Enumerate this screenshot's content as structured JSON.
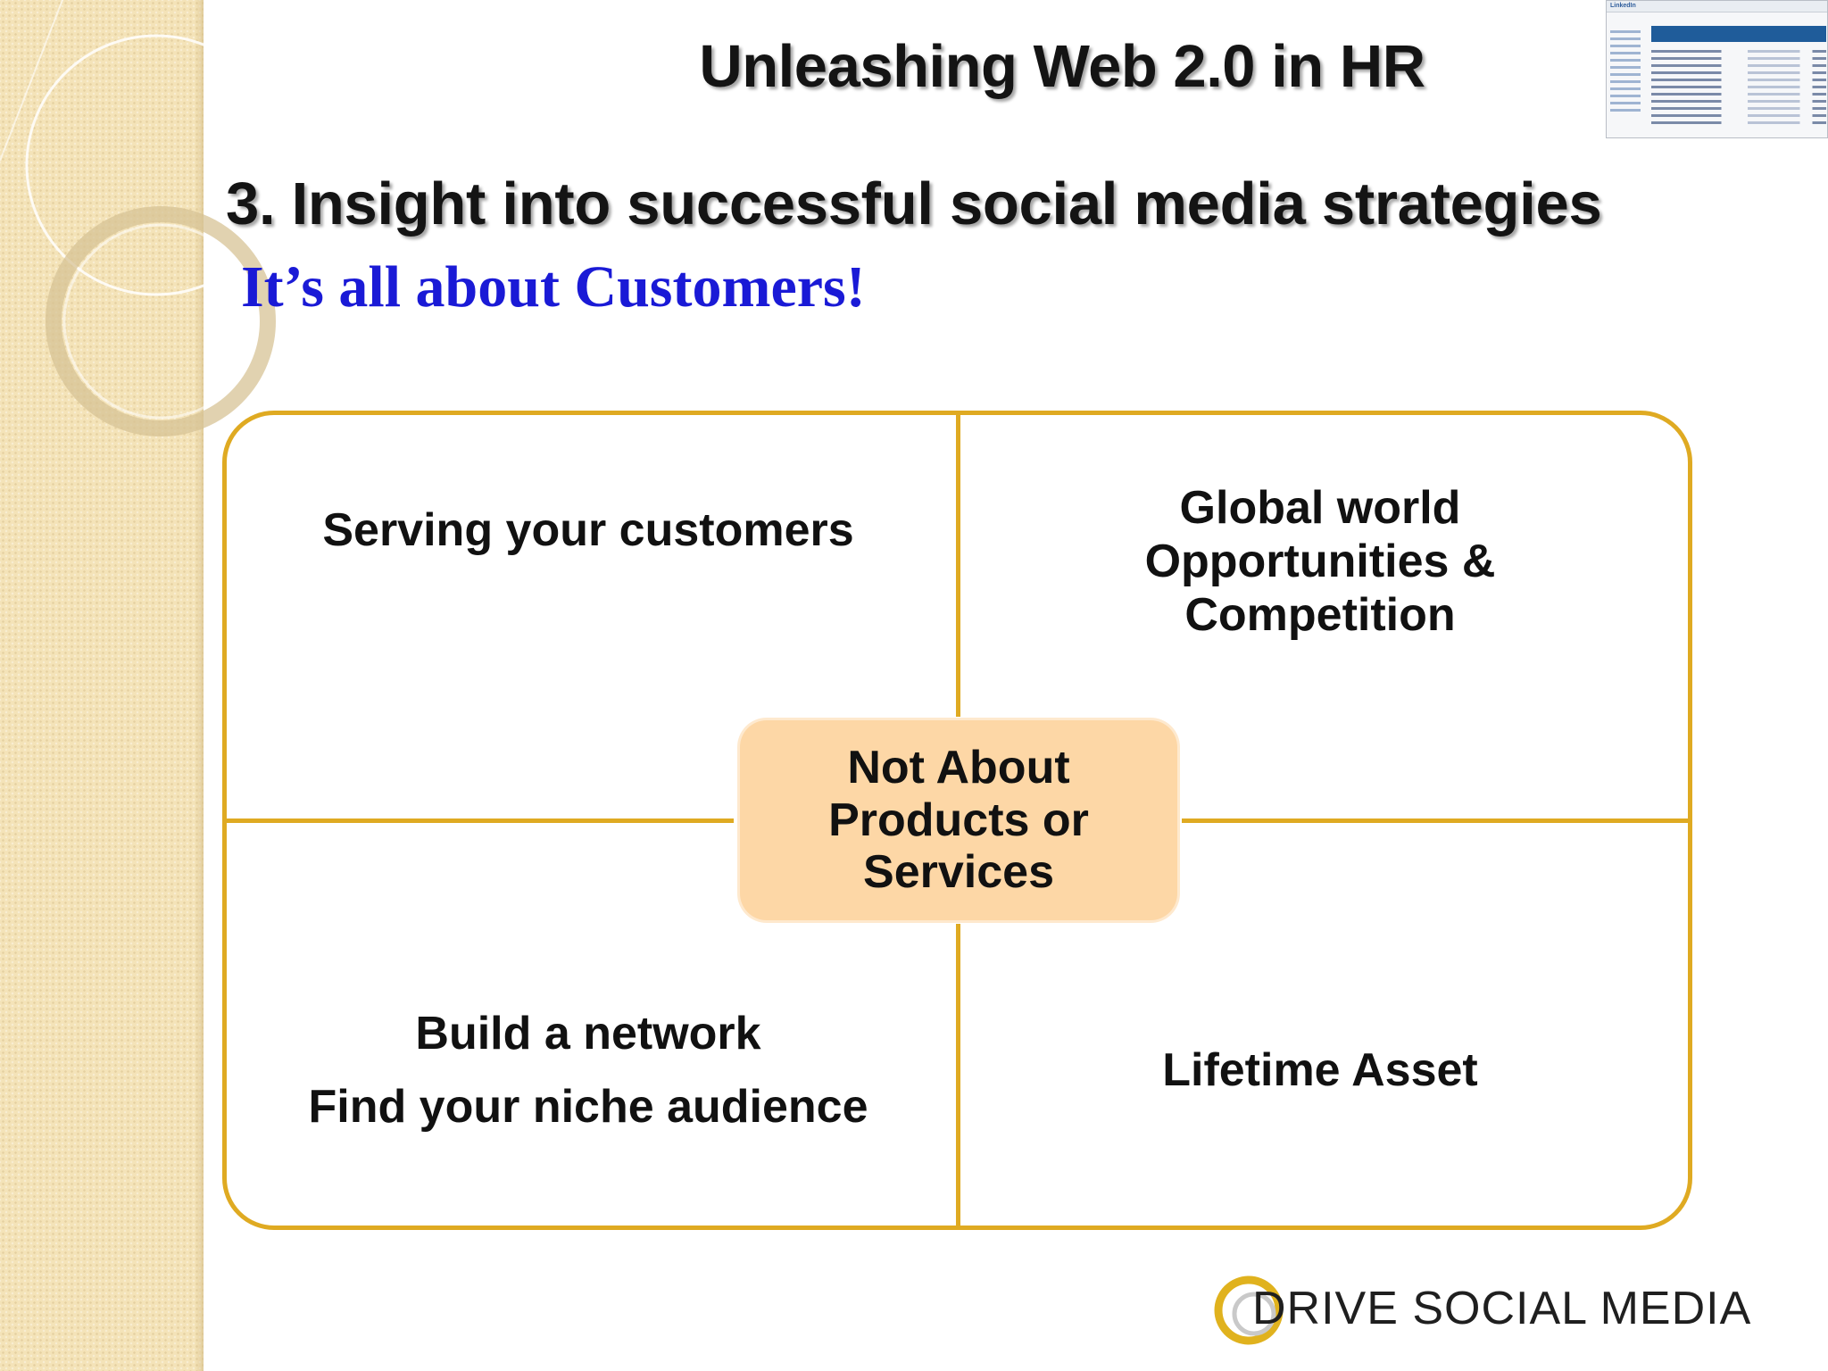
{
  "slide": {
    "title": "Unleashing Web 2.0 in HR",
    "subtitle": "3. Insight into successful social media strategies",
    "tagline": "It’s all about Customers!"
  },
  "diagram": {
    "top_left": {
      "line1": "Serving your customers"
    },
    "top_right": {
      "line1": "Global world",
      "line2": "Opportunities &",
      "line3": "Competition"
    },
    "bottom_left": {
      "line1": "Build a network",
      "line2": "Find your niche audience"
    },
    "bottom_right": {
      "line1": "Lifetime Asset"
    },
    "center": {
      "line1": "Not About",
      "line2": "Products or",
      "line3": "Services"
    }
  },
  "thumbnail": {
    "brand": "LinkedIn"
  },
  "logo": {
    "text": "DRIVE SOCIAL MEDIA"
  },
  "colors": {
    "accent_gold": "#dfaa22",
    "center_fill": "#fdd7a6",
    "tagline_blue": "#1a1ad6",
    "side_strip": "#f4e3b8"
  }
}
